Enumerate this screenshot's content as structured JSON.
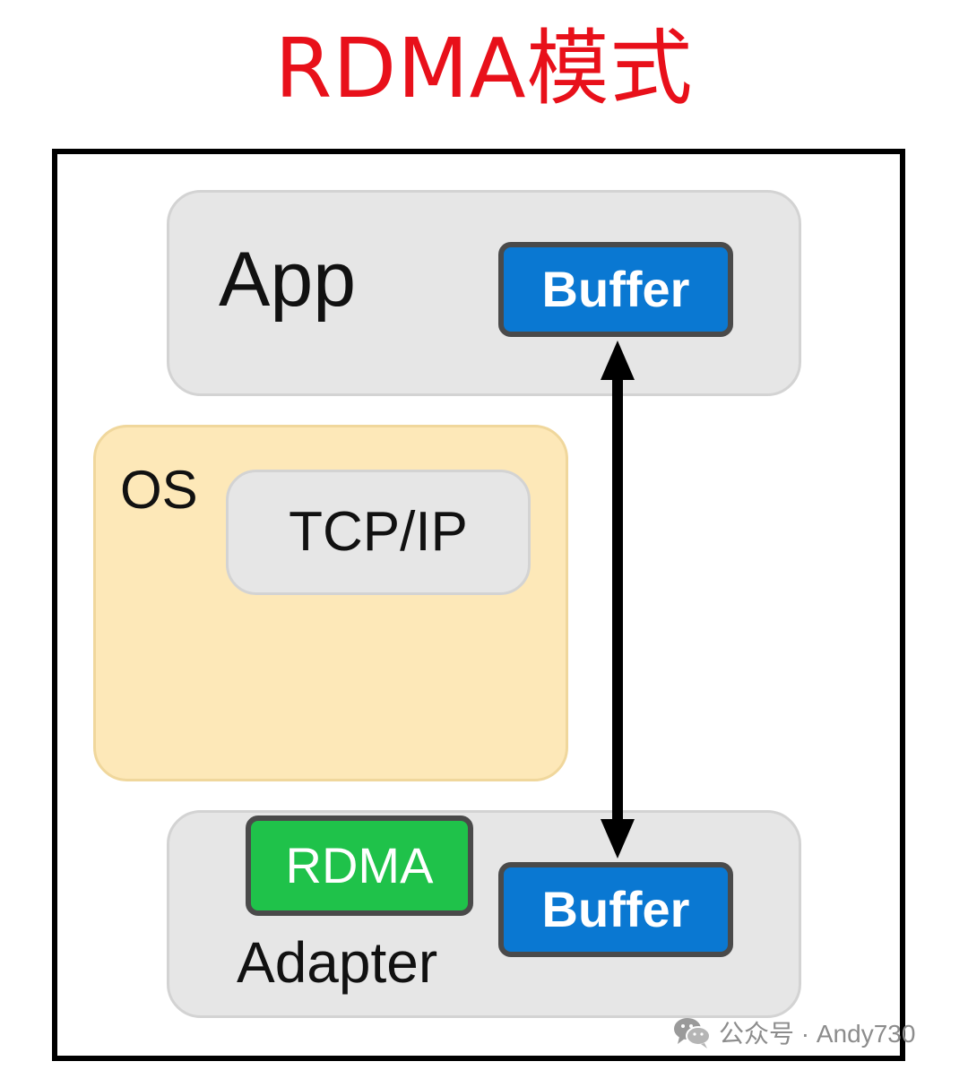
{
  "title": "RDMA模式",
  "app": {
    "label": "App",
    "buffer_label": "Buffer"
  },
  "os": {
    "label": "OS",
    "stack_label": "TCP/IP"
  },
  "adapter": {
    "chip_label": "RDMA",
    "label": "Adapter",
    "buffer_label": "Buffer"
  },
  "watermark": {
    "text": "公众号 · Andy730",
    "icon": "wechat-icon"
  },
  "colors": {
    "title": "#e8101a",
    "buffer": "#0a78d2",
    "rdma_chip": "#1fc24a",
    "layer_gray": "#e6e6e6",
    "os_fill": "#fde8b8",
    "arrow": "#000000"
  }
}
